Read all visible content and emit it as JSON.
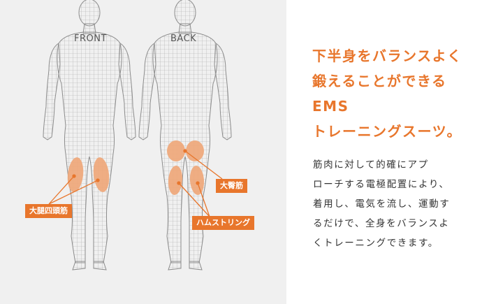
{
  "figures": {
    "front_label": "FRONT",
    "back_label": "BACK"
  },
  "muscle_tags": {
    "quadriceps": "大腿四頭筋",
    "gluteus": "大臀筋",
    "hamstrings": "ハムストリング"
  },
  "headline": {
    "lines": [
      "下半身をバランスよく",
      "鍛えることができる",
      "EMS",
      "トレーニングスーツ。"
    ]
  },
  "description": {
    "lines": [
      "筋肉に対して的確にアプ",
      "ローチする電極配置により、",
      "着用し、電気を流し、運動す",
      "るだけで、全身をバランスよ",
      "くトレーニングできます。"
    ]
  },
  "colors": {
    "accent": "#e8762c",
    "muscle_highlight": "#efa87a",
    "panel_background": "#f0f0f0",
    "wireframe": "#9a9a9a"
  }
}
